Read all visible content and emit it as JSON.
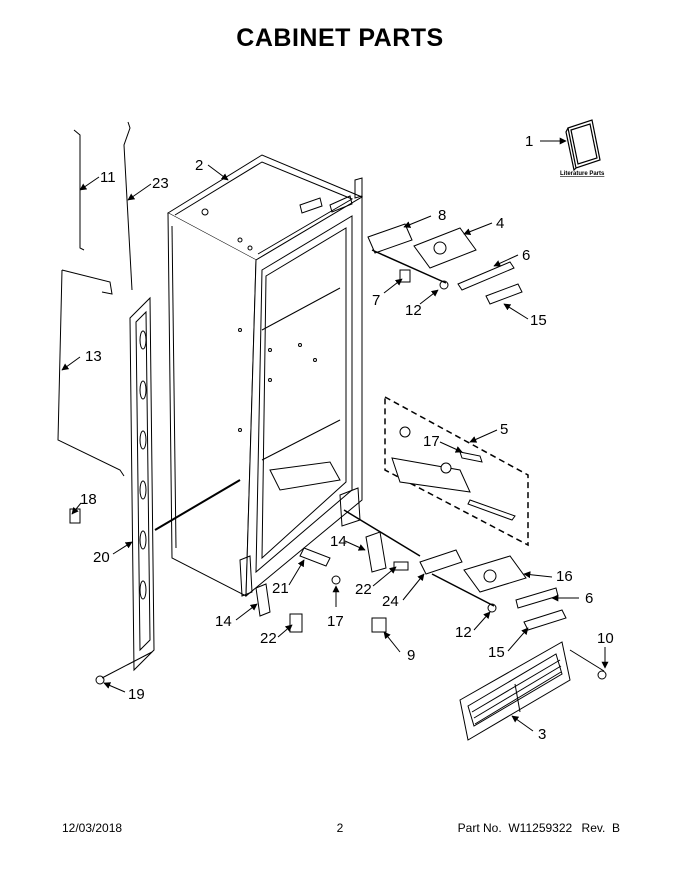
{
  "title": "CABINET PARTS",
  "literature_label": "Literature Parts",
  "callouts": {
    "c1": "1",
    "c2": "2",
    "c3": "3",
    "c4": "4",
    "c5": "5",
    "c6a": "6",
    "c6b": "6",
    "c7": "7",
    "c8": "8",
    "c9": "9",
    "c10": "10",
    "c11": "11",
    "c12a": "12",
    "c12b": "12",
    "c13": "13",
    "c14a": "14",
    "c14b": "14",
    "c15a": "15",
    "c15b": "15",
    "c16": "16",
    "c17a": "17",
    "c17b": "17",
    "c19": "19",
    "c18": "18",
    "c20": "20",
    "c21": "21",
    "c22a": "22",
    "c22b": "22",
    "c23": "23",
    "c24": "24"
  },
  "footer": {
    "date": "12/03/2018",
    "page": "2",
    "part_no": "Part No.  W11259322",
    "rev": "Rev.  B"
  }
}
